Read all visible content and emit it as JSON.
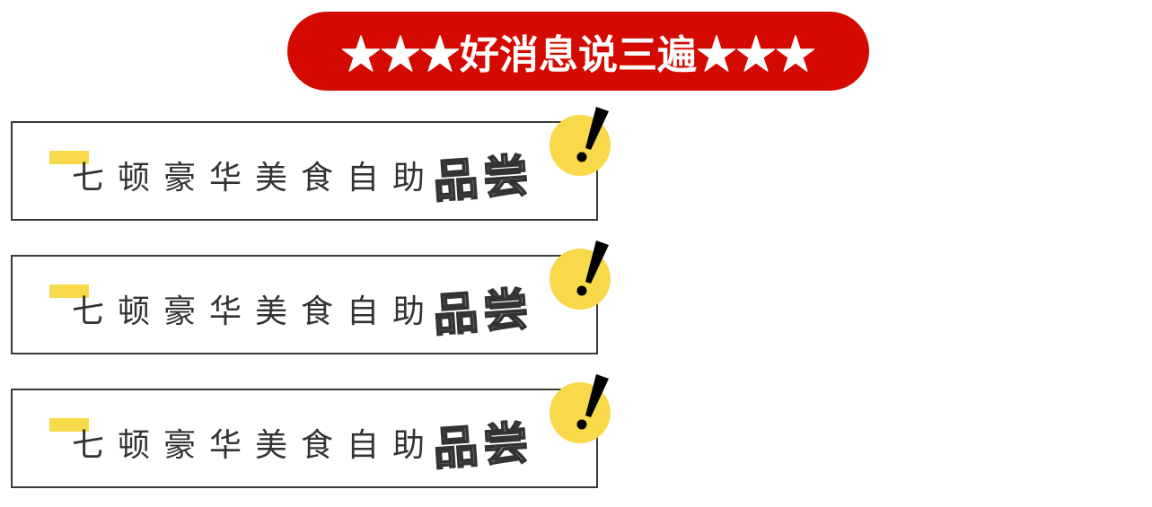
{
  "banner": {
    "text": "★★★好消息说三遍★★★",
    "bg_color": "#d40a00",
    "text_color": "#ffffff"
  },
  "cards": [
    {
      "plain": "七顿豪华美食自助",
      "outlined": "品尝"
    },
    {
      "plain": "七顿豪华美食自助",
      "outlined": "品尝"
    },
    {
      "plain": "七顿豪华美食自助",
      "outlined": "品尝"
    }
  ],
  "colors": {
    "accent_yellow": "#f7d94a",
    "border": "#3a3a3a",
    "text": "#333333"
  },
  "icons": {
    "exclamation": "exclamation-badge-icon"
  }
}
